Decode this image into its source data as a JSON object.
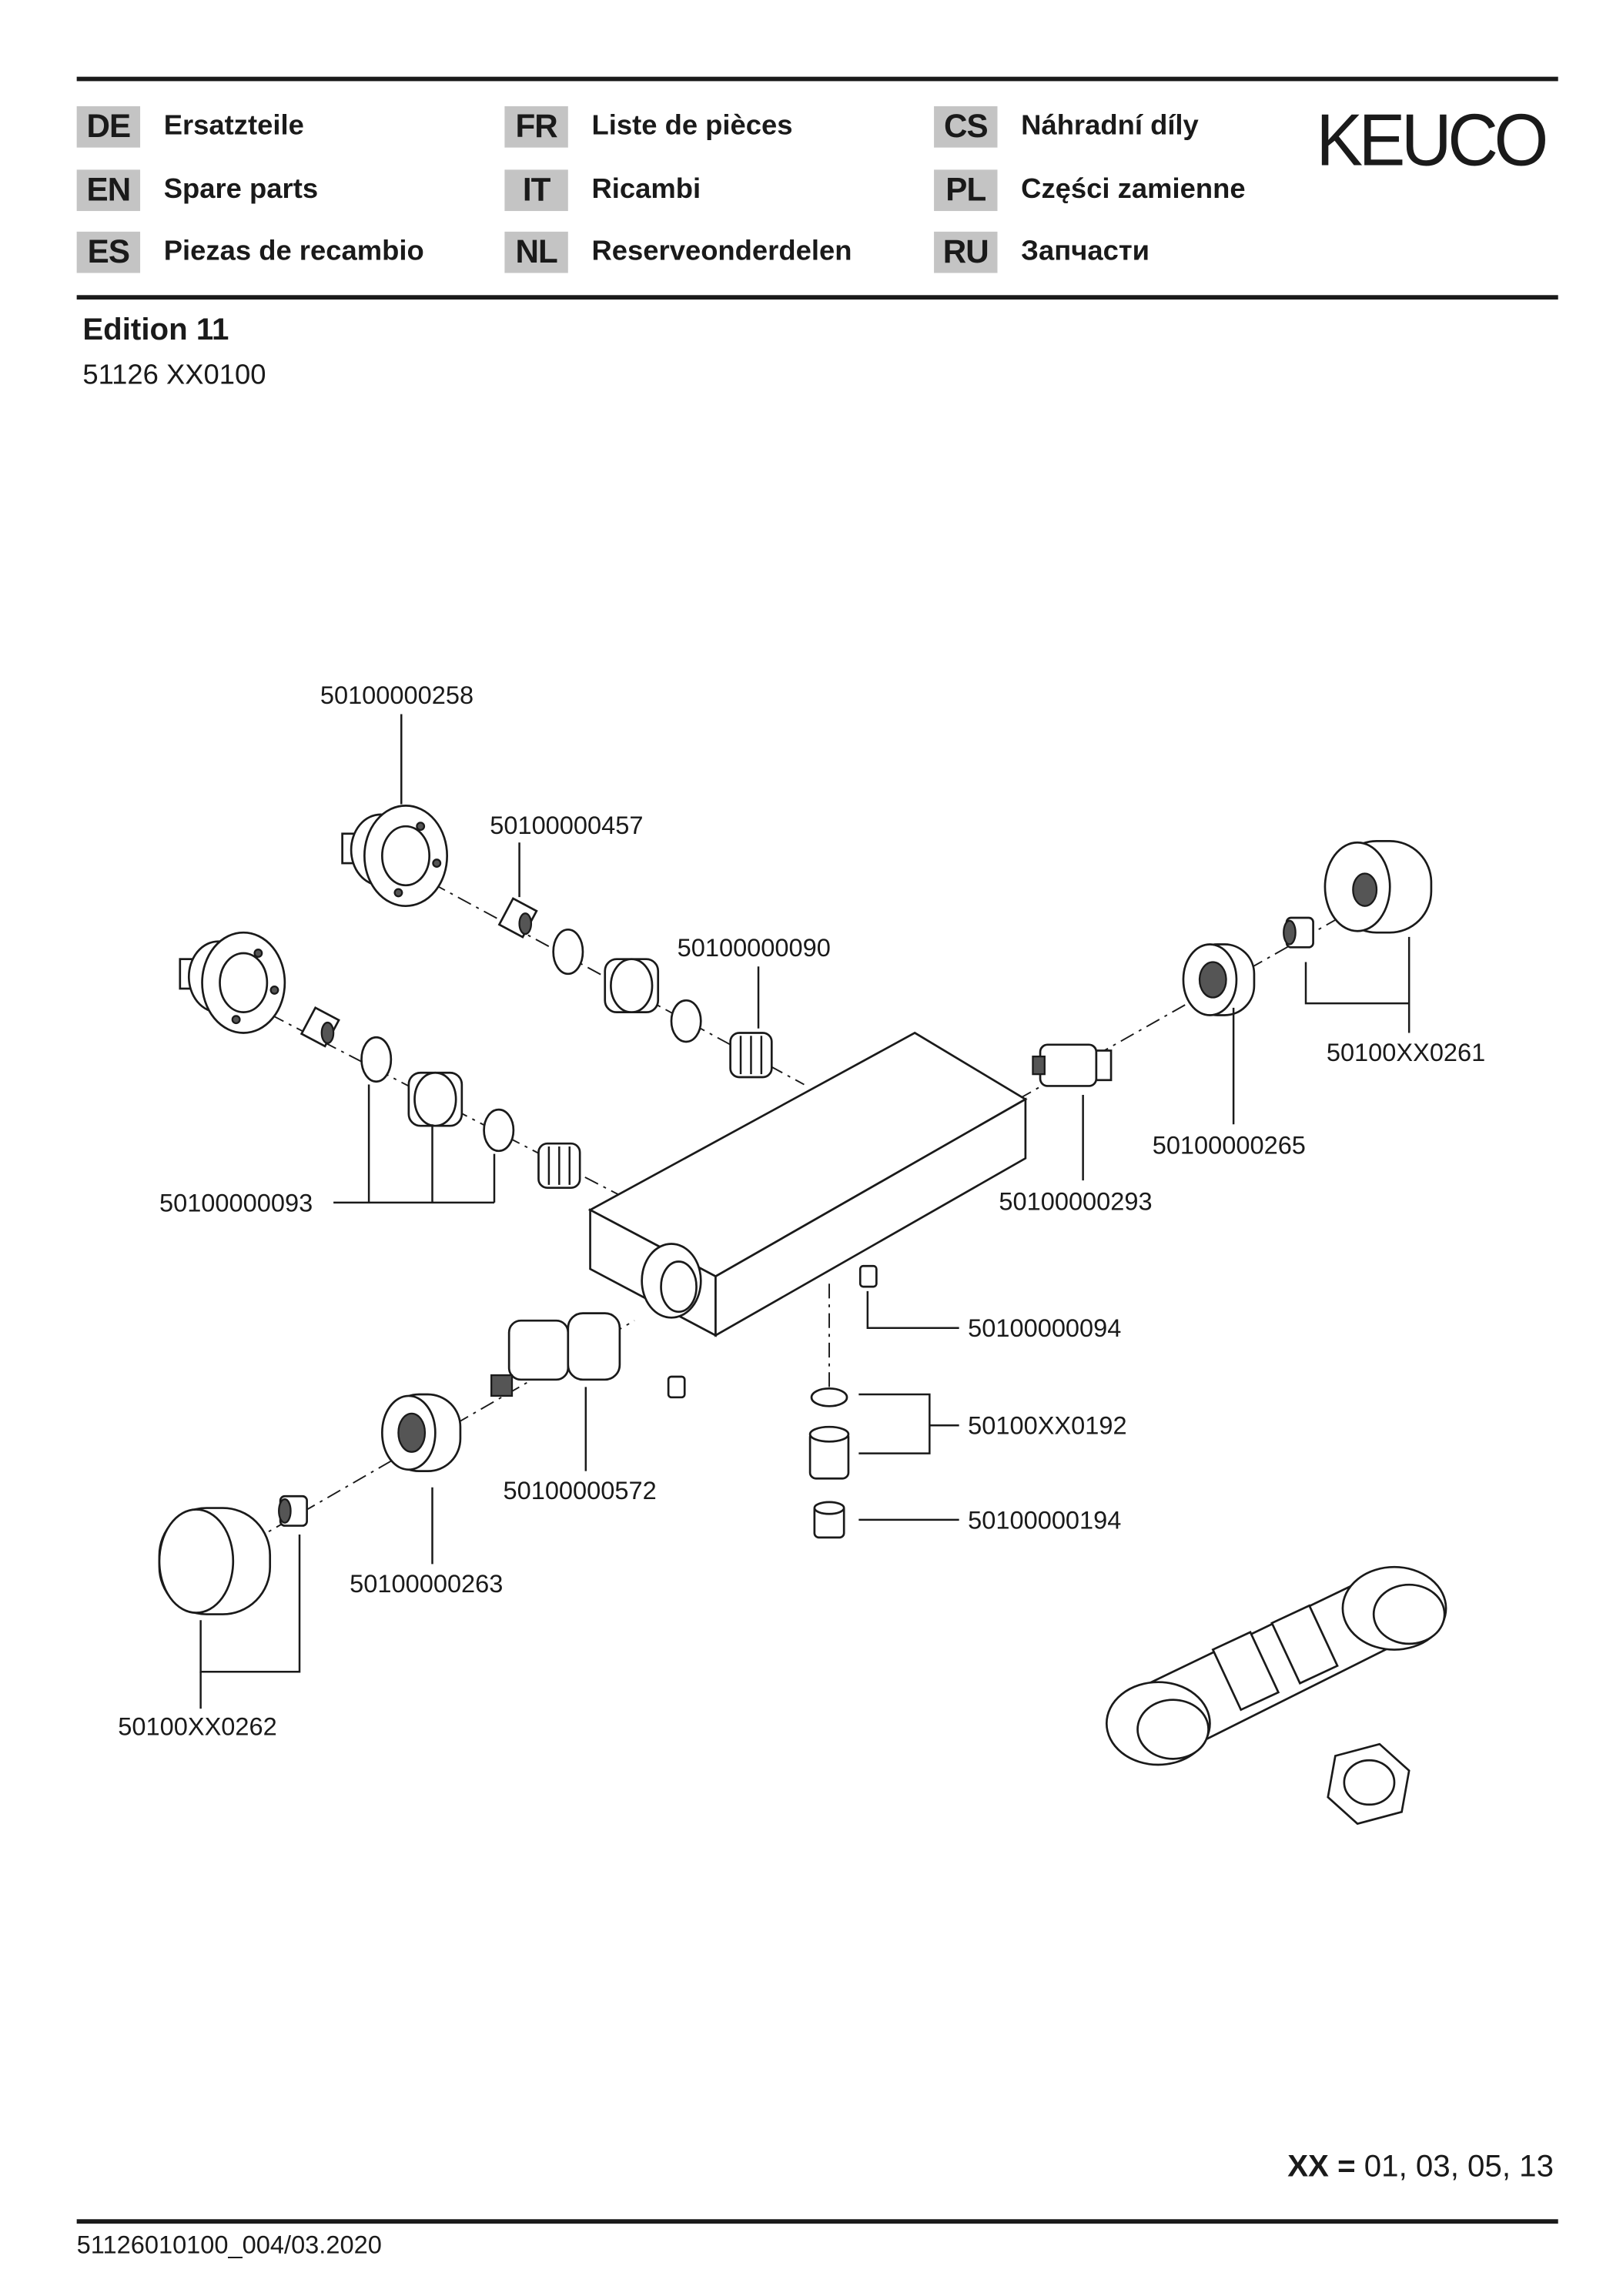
{
  "header": {
    "languages": [
      {
        "code": "DE",
        "label": "Ersatzteile"
      },
      {
        "code": "EN",
        "label": "Spare parts"
      },
      {
        "code": "ES",
        "label": "Piezas de recambio"
      },
      {
        "code": "FR",
        "label": "Liste de pièces"
      },
      {
        "code": "IT",
        "label": "Ricambi"
      },
      {
        "code": "NL",
        "label": "Reserveonderdelen"
      },
      {
        "code": "CS",
        "label": "Náhradní díly"
      },
      {
        "code": "PL",
        "label": "Części zamienne"
      },
      {
        "code": "RU",
        "label": "Запчасти"
      }
    ],
    "logo": "KEUCO"
  },
  "product": {
    "name": "Edition 11",
    "article": "51126 XX0100"
  },
  "parts": {
    "p258": "50100000258",
    "p457": "50100000457",
    "p090": "50100000090",
    "p261": "50100XX0261",
    "p265": "50100000265",
    "p293": "50100000293",
    "p093": "50100000093",
    "p094": "50100000094",
    "p192": "50100XX0192",
    "p194": "50100000194",
    "p572": "50100000572",
    "p263": "50100000263",
    "p262": "50100XX0262"
  },
  "variants": {
    "label": "XX =",
    "values": "01, 03, 05, 13"
  },
  "footer": {
    "doc_id": "51126010100_004/03.2020"
  }
}
